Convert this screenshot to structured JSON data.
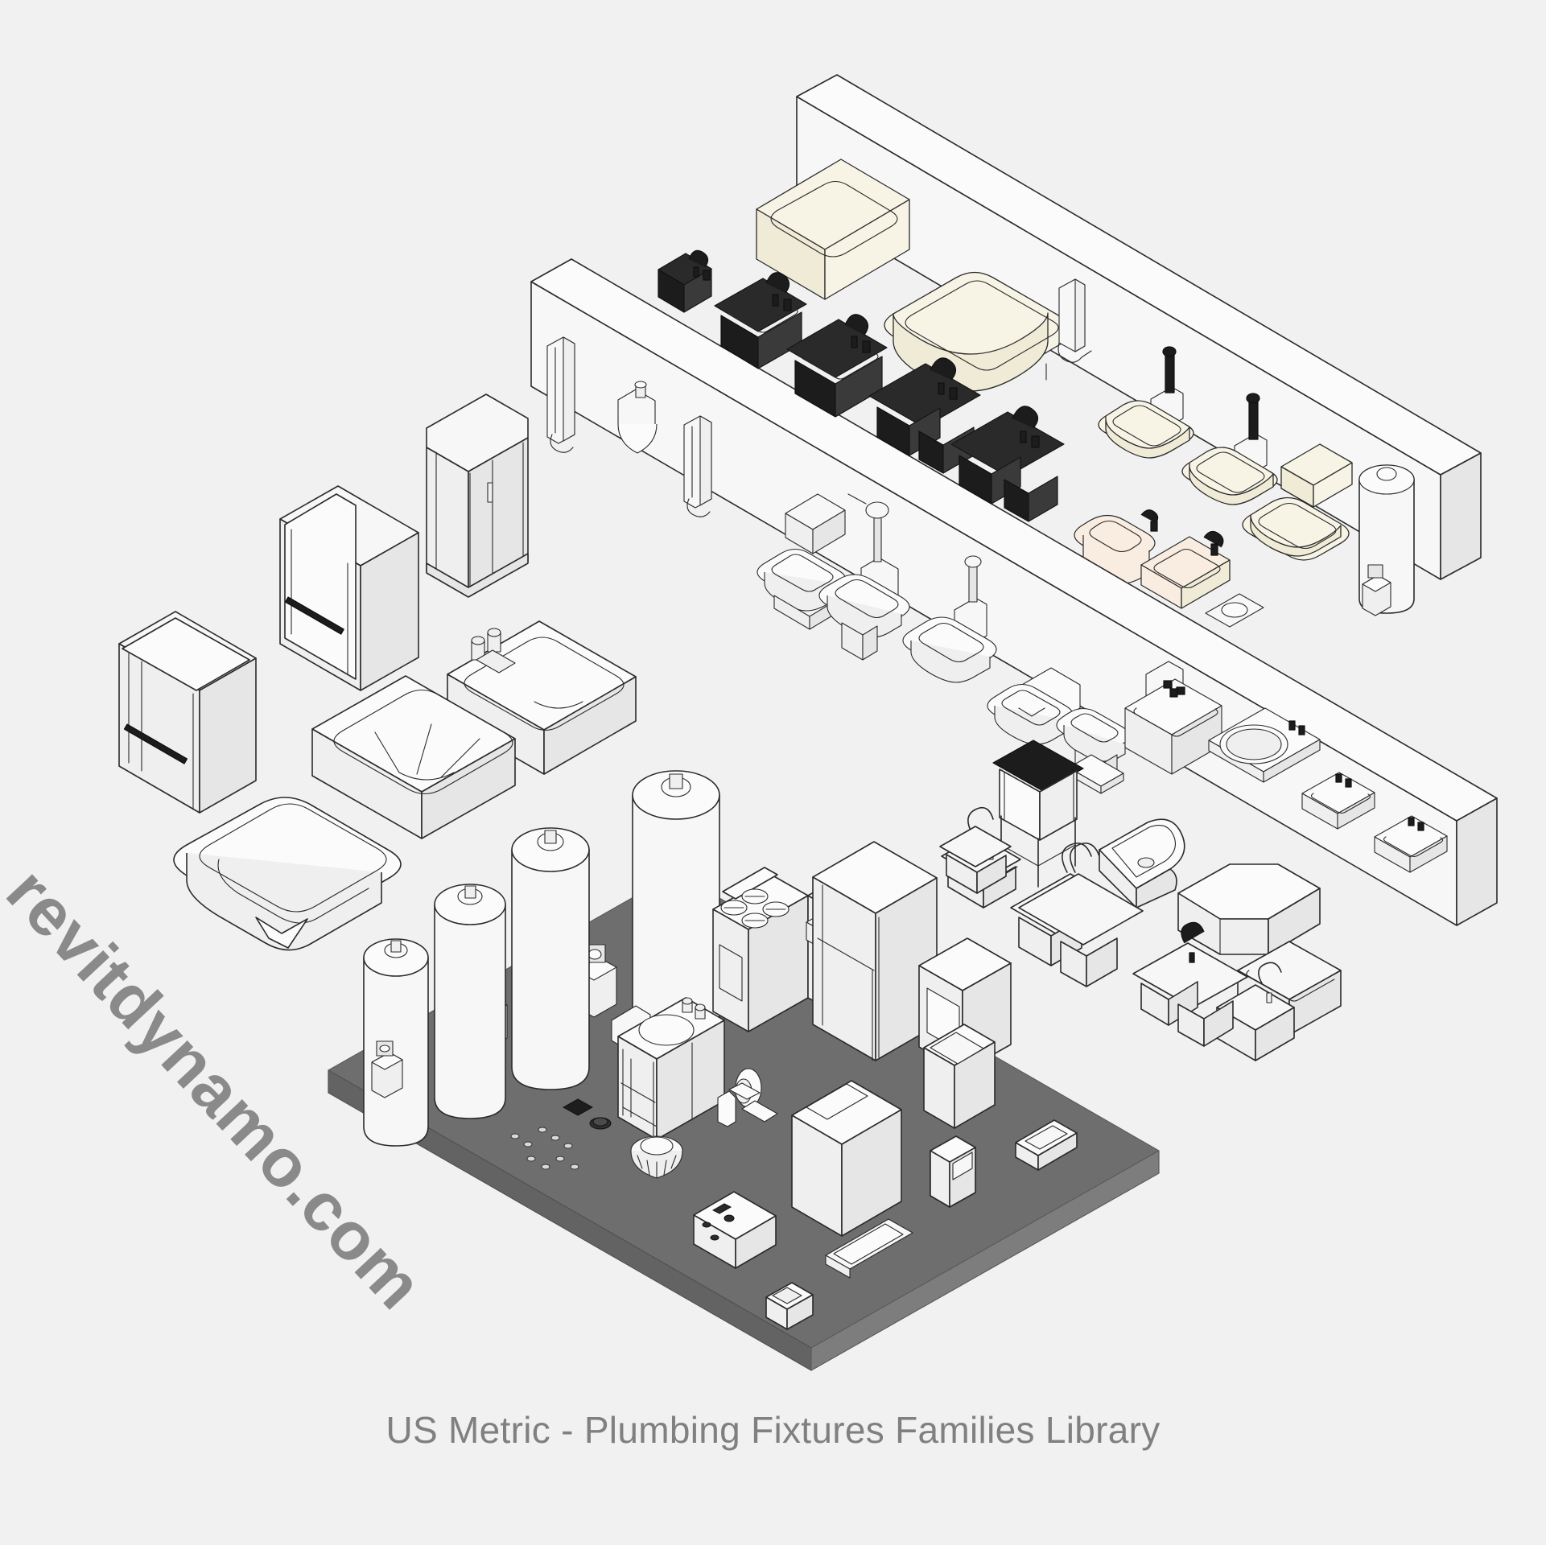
{
  "page": {
    "background_color": "#f1f1f1",
    "caption": "US Metric - Plumbing Fixtures Families Library",
    "caption_color": "#808080",
    "watermark": "revitdynamo.com",
    "watermark_color": "#8a8a8a"
  },
  "palette": {
    "line": "#2b2b2b",
    "fill_white": "#fbfbfb",
    "fill_face_light": "#f6f6f6",
    "fill_face_mid": "#eeeeee",
    "fill_face_dark": "#e4e4e4",
    "floor_slab": "#6e6e6e",
    "floor_slab_edge": "#8a8a8a",
    "cream": "#f7f4e6",
    "cream_shade": "#efebd7",
    "beige": "#f9ece0",
    "black_fixture": "#2a2a2a",
    "black_fixture_shade": "#1c1c1c",
    "black_fixture_light": "#3a3a3a"
  },
  "scene": {
    "title": "Isometric plumbing fixtures library render",
    "projection": "isometric",
    "groups": [
      {
        "name": "back-wall-panel",
        "label": "Upper back wall panel",
        "items": [
          "alcove bathtub cream",
          "freestanding oval soaking tub cream",
          "shower arm panel",
          "wall hung toilet cream (x2)",
          "tank toilet cream",
          "bidet cream",
          "drop-in lavatory beige",
          "floor drain plate",
          "vertical water heater tank"
        ]
      },
      {
        "name": "mid-wall-panel",
        "label": "Middle wall panel",
        "items": [
          "shower column panel (x2)",
          "urinal white",
          "black undermount bar sink",
          "black single bowl kitchen sink",
          "black large single bowl sink",
          "black double bowl sink",
          "black double bowl sink with drainboard",
          "close coupled toilet",
          "flushometer toilet",
          "wall hung toilet",
          "wall hung toilet with seat",
          "pedestal toilet",
          "utility sink with backsplash",
          "oval drop-in lavatory counter",
          "small drop-in lavatory (x2)"
        ]
      },
      {
        "name": "left-cluster",
        "label": "Left floor cluster",
        "items": [
          "shower enclosure sliding door",
          "shower enclosure tall",
          "neo-angle corner shower enclosure",
          "rectangular soaking bathtub",
          "whirlpool bathtub",
          "corner bathtub",
          "shower base / receptor"
        ]
      },
      {
        "name": "right-cluster",
        "label": "Right floor cluster",
        "items": [
          "laundry tub on legs",
          "single bowl bar sink",
          "double bowl kitchen sink",
          "corner lavatory",
          "corner shower base",
          "double bowl sink with faucet",
          "undermount rectangular sink",
          "drop-in rectangular sink"
        ]
      },
      {
        "name": "floor-slab",
        "label": "Dark gray floor slab",
        "color": "#6e6e6e",
        "items": [
          "water heater tank small",
          "water heater tank medium",
          "water heater tank large",
          "water heater tank extra large",
          "bathroom vanity with sink",
          "range / stove with oven",
          "kitchen counter with sink",
          "refrigerator",
          "washing machine",
          "clothes dryer",
          "dishwasher",
          "water closet floor drain",
          "floor cleanout",
          "hose bibb",
          "sump pit cover",
          "electric water heater tankless",
          "floor sink",
          "trench drain"
        ]
      }
    ]
  }
}
